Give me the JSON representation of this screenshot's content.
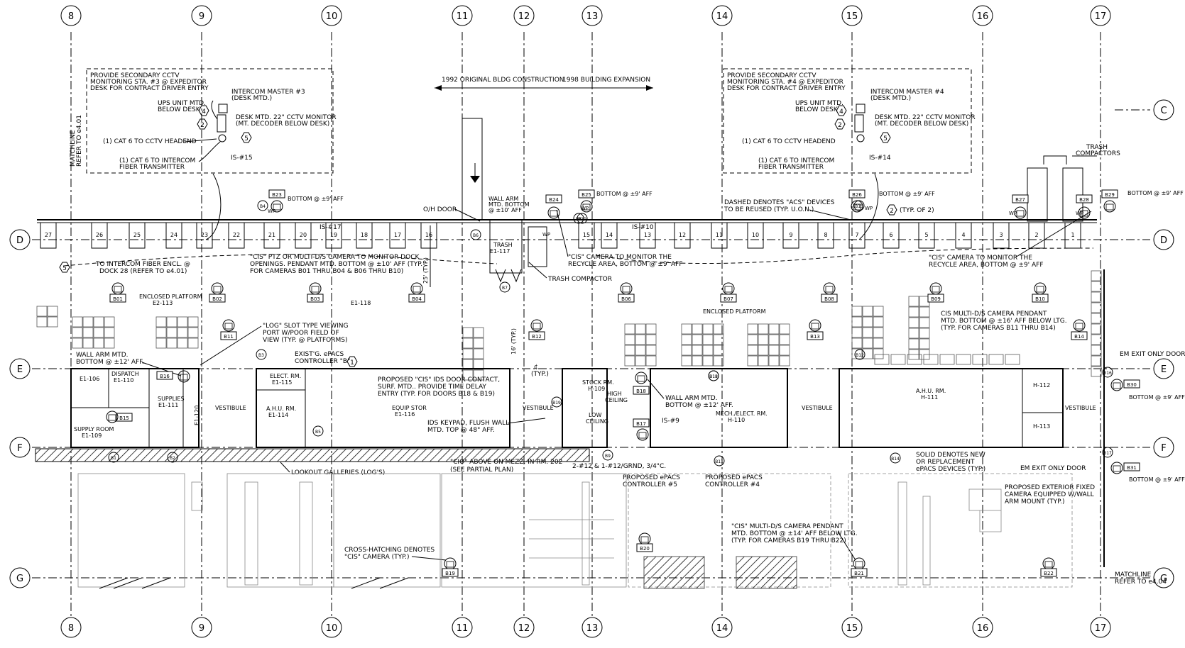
{
  "grid": {
    "columns": [
      "8",
      "9",
      "10",
      "11",
      "12",
      "13",
      "14",
      "15",
      "16",
      "17"
    ],
    "rows": [
      "C",
      "D",
      "E",
      "F",
      "G"
    ]
  },
  "construction": {
    "original": "1992 ORIGINAL BLDG CONSTRUCTION",
    "expansion": "1998 BUILDING EXPANSION"
  },
  "matchline_left": [
    "MATCHLINE",
    "REFER TO e4.01"
  ],
  "matchline_right": [
    "MATCHLINE",
    "REFER TO e4.04"
  ],
  "station3": {
    "note": [
      "PROVIDE SECONDARY CCTV",
      "MONITORING STA. #3 @ EXPEDITOR",
      "DESK FOR CONTRACT DRIVER ENTRY"
    ],
    "intercom": [
      "INTERCOM MASTER #3",
      "(DESK MTD.)"
    ],
    "ups": [
      "UPS UNIT MTD.",
      "BELOW DESK"
    ],
    "monitor": [
      "DESK MTD. 22\" CCTV MONITOR",
      "(MT. DECODER BELOW DESK)"
    ],
    "cat6_cctv": "(1) CAT 6 TO CCTV HEADEND",
    "cat6_intercom": [
      "(1) CAT 6 TO INTERCOM",
      "FIBER TRANSMITTER"
    ],
    "is": "IS-#15"
  },
  "station4": {
    "note": [
      "PROVIDE SECONDARY CCTV",
      "MONITORING STA. #4 @ EXPEDITOR",
      "DESK FOR CONTRACT DRIVER ENTRY"
    ],
    "intercom": [
      "INTERCOM MASTER #4",
      "(DESK MTD.)"
    ],
    "ups": [
      "UPS UNIT MTD.",
      "BELOW DESK"
    ],
    "monitor": [
      "DESK MTD. 22\" CCTV MONITOR",
      "(MT. DECODER BELOW DESK)"
    ],
    "cat6_cctv": "(1) CAT 6 TO CCTV HEADEND",
    "cat6_intercom": [
      "(1) CAT 6 TO INTERCOM",
      "FIBER TRANSMITTER"
    ],
    "is": "IS-#14"
  },
  "docks": [
    "27",
    "26",
    "25",
    "24",
    "23",
    "22",
    "21",
    "20",
    "19",
    "18",
    "17",
    "16",
    "15",
    "14",
    "13",
    "12",
    "11",
    "10",
    "9",
    "8",
    "7",
    "6",
    "5",
    "4",
    "3",
    "2",
    "1"
  ],
  "tags": {
    "top": [
      "B23",
      "B24",
      "B25",
      "B26",
      "B27",
      "B28",
      "B29"
    ],
    "platform": [
      "B01",
      "B02",
      "B03",
      "B04",
      "B06",
      "B07",
      "B08",
      "B09",
      "B10"
    ],
    "mid": [
      "B11",
      "B12",
      "B13",
      "B14"
    ],
    "lower": [
      "B15",
      "B16",
      "B17",
      "B18",
      "B30",
      "B31"
    ],
    "bottom": [
      "B19",
      "B20",
      "B21",
      "B22"
    ],
    "hex": [
      "2",
      "4",
      "5",
      "1"
    ],
    "circles": [
      "B1",
      "B2",
      "B3",
      "B4",
      "B5",
      "B6",
      "B7",
      "B8",
      "B9",
      "B10",
      "B11",
      "B12",
      "B13",
      "B14",
      "B15",
      "B16",
      "B17",
      "B18",
      "B19"
    ]
  },
  "bottom_labels": [
    "BOTTOM @ ±9' AFF",
    "BOTTOM @ ±9' AFF",
    "BOTTOM @ ±9' AFF",
    "BOTTOM @ ±9' AFF",
    "BOTTOM @ ±9' AFF",
    "BOTTOM @ ±9' AFF"
  ],
  "wp": "WP",
  "notes": {
    "od_door": "O/H DOOR",
    "wall_arm_top": [
      "WALL ARM",
      "MTD. BOTTOM",
      "@ ±10' AFF"
    ],
    "trash": [
      "TRASH",
      "E1-117"
    ],
    "trash_compactor": "TRASH COMPACTOR",
    "trash_compactors": [
      "TRASH",
      "COMPACTORS"
    ],
    "dashed_acs": [
      "DASHED DENOTES \"ACS\" DEVICES",
      "TO BE REUSED (TYP. U.O.N.)"
    ],
    "typ_of_2": "(TYP. OF 2)",
    "fiber_encl": [
      "TO INTERCOM FIBER ENCL. @",
      "DOCK 28 (REFER TO e4.01)"
    ],
    "cis_ptz": [
      "\"CIS\" PTZ OR MULTI-D/S CAMERA TO MONITOR DOCK",
      "OPENINGS.  PENDANT MTD. BOTTOM @ ±10' AFF (TYP.",
      "FOR CAMERAS B01 THRU B04 & B06 THRU B10)"
    ],
    "recycle1": [
      "\"CIS\" CAMERA TO MONITOR THE",
      "RECYCLE AREA, BOTTOM @ ±9' AFF"
    ],
    "recycle2": [
      "\"CIS\" CAMERA TO MONITOR THE",
      "RECYCLE AREA, BOTTOM @ ±9' AFF"
    ],
    "enclosed_platform_1": [
      "ENCLOSED PLATFORM",
      "E2-113"
    ],
    "e1_118": "E1-118",
    "enclosed_platform_2": "ENCLOSED PLATFORM",
    "log_slot": [
      "\"LOG\" SLOT TYPE VIEWING",
      "PORT W/POOR FIELD OF",
      "VIEW (TYP. @ PLATFORMS)"
    ],
    "cis_pendant_b11": [
      "CIS MULTI-D/S CAMERA PENDANT",
      "MTD. BOTTOM @ ±16' AFF BELOW LTG.",
      "(TYP. FOR CAMERAS B11 THRU B14)"
    ],
    "wall_arm_e": [
      "WALL ARM MTD.",
      "BOTTOM @ ±12' AFF."
    ],
    "epacs_b": [
      "EXIST'G. ePACS",
      "CONTROLLER \"B\""
    ],
    "ids_door": [
      "PROPOSED \"CIS\" IDS DOOR CONTACT,",
      "SURF. MTD..  PROVIDE TIME DELAY",
      "ENTRY (TYP. FOR DOORS B18 & B19)"
    ],
    "ids_keypad": [
      "IDS KEYPAD, FLUSH WALL",
      "MTD. TOP @ 48\" AFF."
    ],
    "wall_arm_f": [
      "WALL ARM MTD.",
      "BOTTOM @ ±12' AFF."
    ],
    "em_exit1": "EM EXIT ONLY DOOR",
    "em_exit2": "EM EXIT ONLY DOOR",
    "bottom_9_b30": "BOTTOM @ ±9' AFF",
    "bottom_9_b31": "BOTTOM @ ±9' AFF",
    "solid_new": [
      "SOLID DENOTES NEW",
      "OR REPLACEMENT",
      "ePACS DEVICES (TYP.)"
    ],
    "cio": [
      "\"CIO\" ABOVE ON MEZZ. IN RM. 202",
      "(SEE PARTIAL PLAN)"
    ],
    "wire": "2-#12 & 1-#12/GRND, 3/4\"C.",
    "lookout": "LOOKOUT GALLERIES (LOG'S)",
    "controller5": [
      "PROPOSED ePACS",
      "CONTROLLER #5"
    ],
    "controller4": [
      "PROPOSED ePACS",
      "CONTROLLER #4"
    ],
    "is9": "IS-#9",
    "is10": "IS-#10",
    "is17": "IS-#17",
    "cis_pendant_b19": [
      "\"CIS\" MULTI-D/S CAMERA PENDANT",
      "MTD. BOTTOM @ ±14' AFF BELOW LTG.",
      "(TYP. FOR CAMERAS B19 THRU B22)"
    ],
    "cross_hatch": [
      "CROSS-HATCHING DENOTES",
      "\"CIS\" CAMERA (TYP.)"
    ],
    "exterior": [
      "PROPOSED EXTERIOR FIXED",
      "CAMERA EQUIPPED W/WALL",
      "ARM MOUNT (TYP.)"
    ],
    "dim_25": "25' (TYP.)",
    "dim_16": "16' (TYP.)",
    "cl_typ": [
      "¢",
      "(TYP.)"
    ]
  },
  "rooms": {
    "e1_106": "E1-106",
    "dispatch": [
      "DISPATCH",
      "E1-110"
    ],
    "supply": [
      "SUPPLY ROOM",
      "E1-109"
    ],
    "supplies": [
      "SUPPLIES",
      "E1-111"
    ],
    "e1_120": "E1-120",
    "vestibule": "VESTIBULE",
    "elect": [
      "ELECT. RM.",
      "E1-115"
    ],
    "ahu1": [
      "A.H.U. RM.",
      "E1-114"
    ],
    "equip": [
      "EQUIP STOR",
      "E1-116"
    ],
    "stock": [
      "STOCK RM.",
      "H-109"
    ],
    "high": [
      "HIGH",
      "CEILING"
    ],
    "low": [
      "LOW",
      "CEILING"
    ],
    "mech": [
      "MECH./ELECT. RM.",
      "H-110"
    ],
    "ahu2": [
      "A.H.U. RM.",
      "H-111"
    ],
    "h112": "H-112",
    "h113": "H-113"
  }
}
